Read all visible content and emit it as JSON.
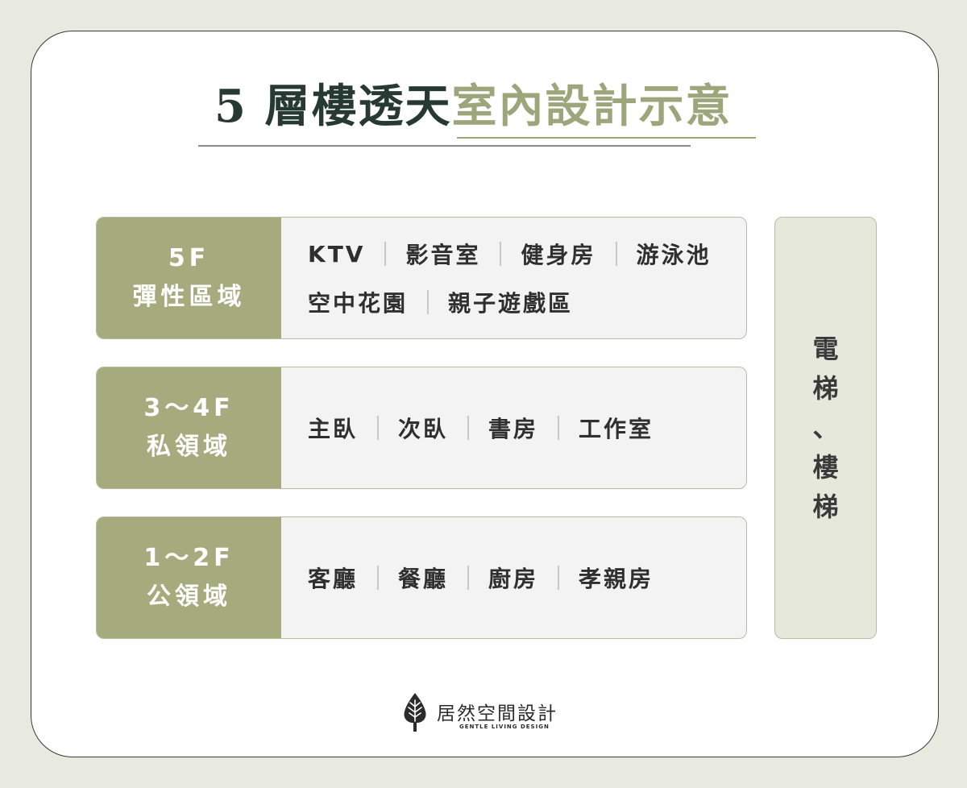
{
  "title": {
    "part1": "5 層樓透天",
    "part2": "室內設計示意"
  },
  "colors": {
    "accent_green": "#a5ab7d",
    "title_dark": "#263a33",
    "title_green": "#9da67b",
    "background": "#e9eadf"
  },
  "floors": [
    {
      "level": "5F",
      "zone": "彈性區域",
      "rows": [
        [
          "KTV",
          "影音室",
          "健身房",
          "游泳池"
        ],
        [
          "空中花園",
          "親子遊戲區"
        ]
      ]
    },
    {
      "level": "3～4F",
      "zone": "私領域",
      "rows": [
        [
          "主臥",
          "次臥",
          "書房",
          "工作室"
        ]
      ]
    },
    {
      "level": "1～2F",
      "zone": "公領域",
      "rows": [
        [
          "客廳",
          "餐廳",
          "廚房",
          "孝親房"
        ]
      ]
    }
  ],
  "side_label": [
    "電",
    "梯",
    "、",
    "樓",
    "梯"
  ],
  "logo": {
    "icon": "tree-icon",
    "name": "居然空間設計",
    "subtitle": "GENTLE LIVING DESIGN"
  }
}
